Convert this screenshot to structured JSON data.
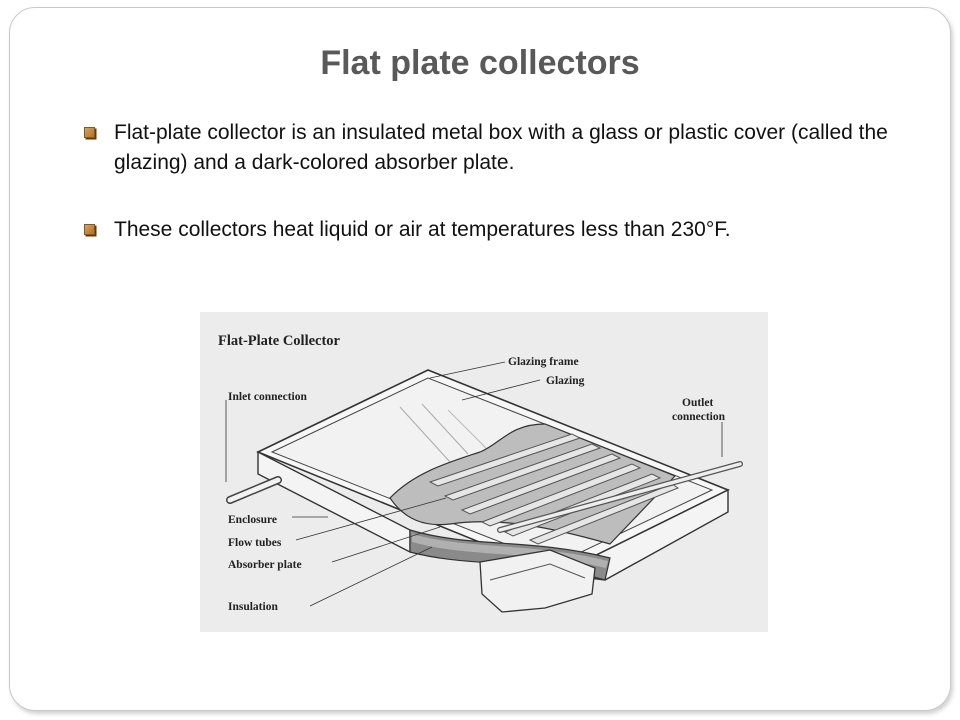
{
  "slide": {
    "title": "Flat plate collectors",
    "bullets": [
      "Flat-plate collector is an insulated metal box with a glass or plastic cover (called the glazing) and a dark-colored absorber plate.",
      "These collectors heat liquid or air at temperatures less than 230°F."
    ]
  },
  "figure": {
    "title": "Flat-Plate Collector",
    "labels": {
      "glazing_frame": "Glazing frame",
      "glazing": "Glazing",
      "inlet_connection": "Inlet connection",
      "outlet_line1": "Outlet",
      "outlet_line2": "connection",
      "enclosure": "Enclosure",
      "flow_tubes": "Flow tubes",
      "absorber_plate": "Absorber plate",
      "insulation": "Insulation"
    }
  },
  "colors": {
    "title": "#595959",
    "bullet_marker": "#b0712a",
    "figure_background": "#ececec"
  }
}
